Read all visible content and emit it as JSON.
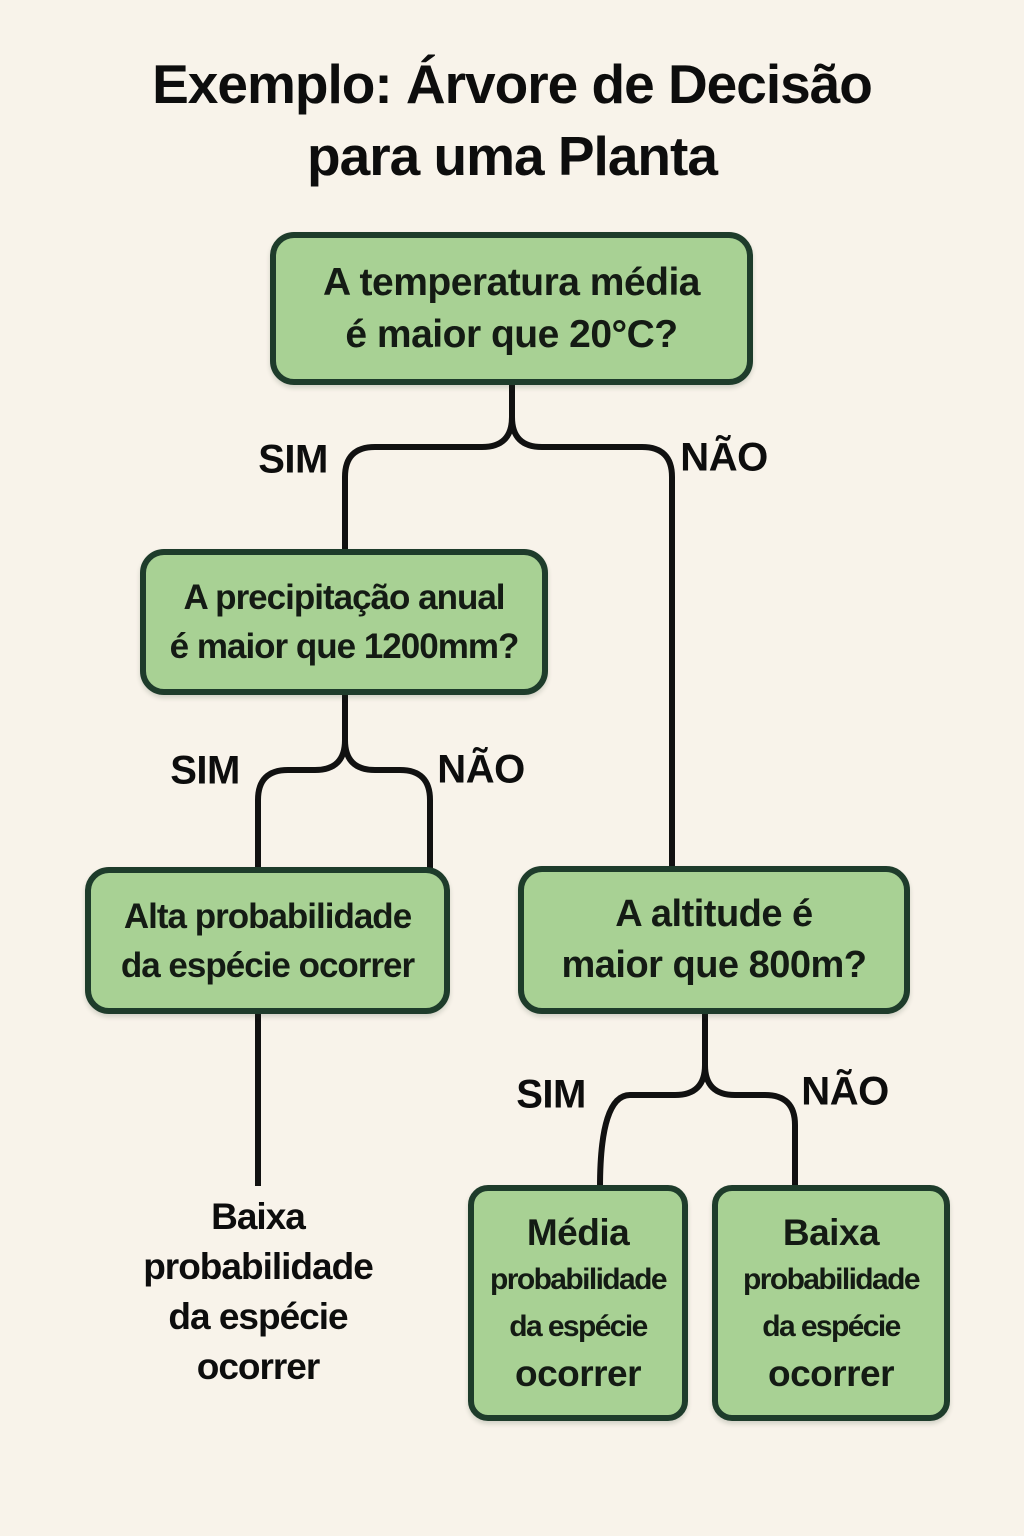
{
  "title": {
    "line1": "Exemplo: Árvore de Decisão",
    "line2": "para uma Planta"
  },
  "branch_labels": {
    "sim": "SIM",
    "nao": "NÃO"
  },
  "nodes": {
    "temperature": {
      "lines": [
        "A temperatura média",
        "é maior que 20°C?"
      ]
    },
    "precipitation": {
      "lines": [
        "A precipitação anual",
        "é maior que 1200mm?"
      ]
    },
    "high_probability": {
      "lines": [
        "Alta probabilidade",
        "da espécie ocorrer"
      ]
    },
    "altitude": {
      "lines": [
        "A altitude é",
        "maior que 800m?"
      ]
    },
    "low_probability_text": {
      "lines": [
        "Baixa",
        "probabilidade",
        "da espécie",
        "ocorrer"
      ]
    },
    "medium_probability": {
      "lines": [
        "Média",
        "probabilidade",
        "da espécie",
        "ocorrer"
      ]
    },
    "low_probability": {
      "lines": [
        "Baixa",
        "probabilidade",
        "da espécie",
        "ocorrer"
      ]
    }
  },
  "colors": {
    "background": "#f8f3ea",
    "node_fill": "#a8d194",
    "node_border": "#1e3c2b",
    "node_text": "#141b14",
    "text_dark": "#0d0d0d",
    "line": "#111111"
  }
}
